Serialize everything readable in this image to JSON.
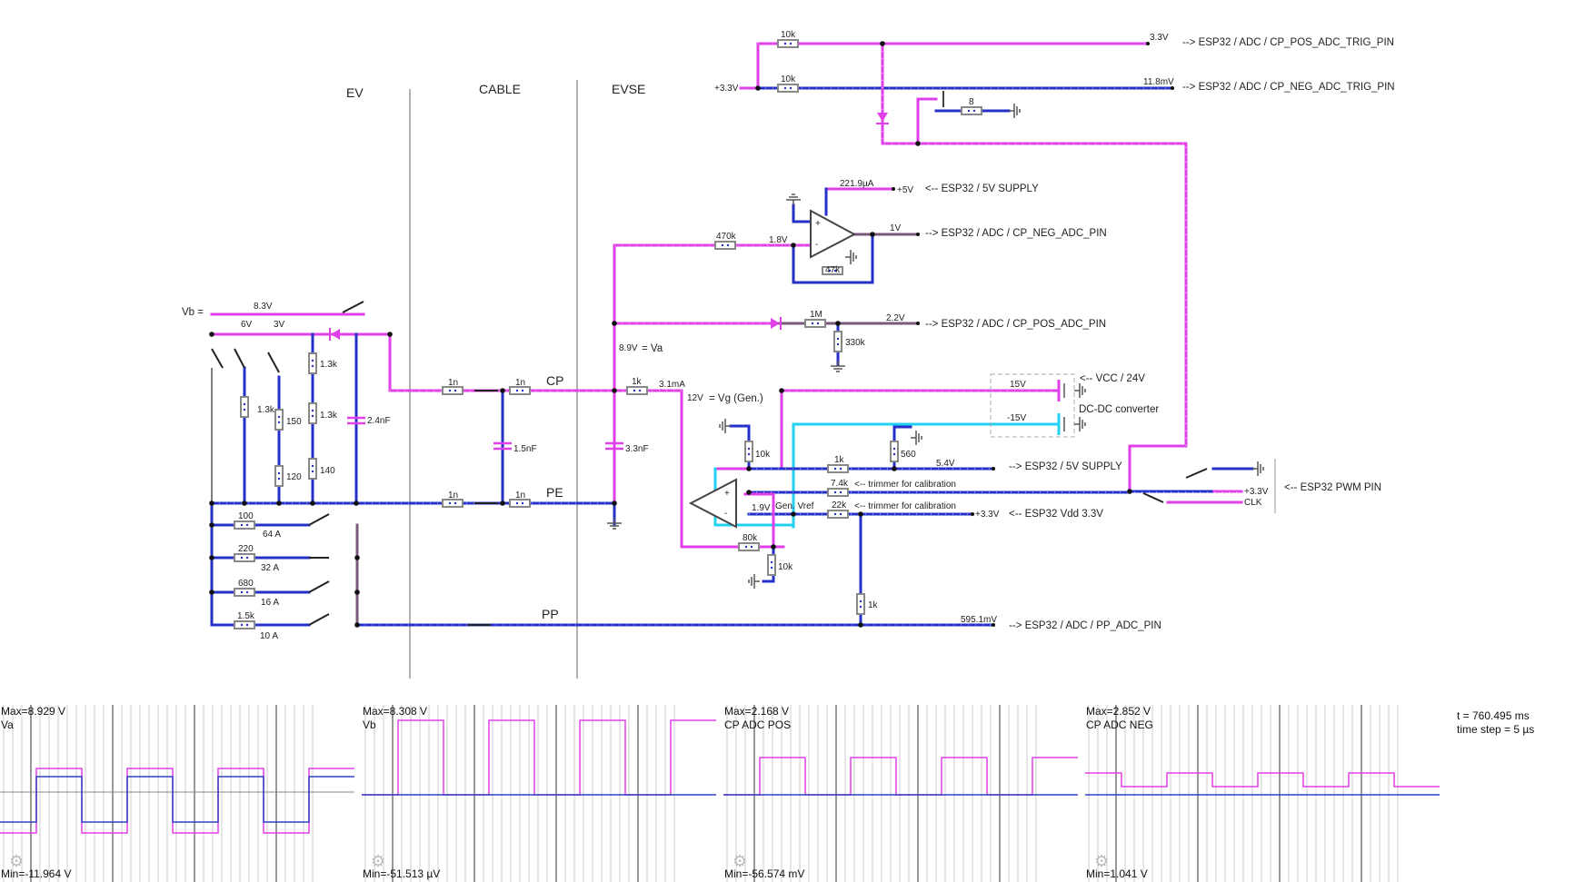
{
  "sections": {
    "ev": "EV",
    "cable": "CABLE",
    "evse": "EVSE"
  },
  "nets": {
    "cp": "CP",
    "pe": "PE",
    "pp": "PP",
    "vb": "Vb =",
    "va": "= Va",
    "vg": "= Vg (Gen.)"
  },
  "components": {
    "r10k_top": "10k",
    "r10k_mid": "10k",
    "r8": "8",
    "r470k": "470k",
    "r47k": "47k",
    "r1m": "1M",
    "r330k": "330k",
    "r1k_cp": "1k",
    "r10k_a": "10k",
    "r560": "560",
    "r1k_b": "1k",
    "r7_4k": "7.4k",
    "r22k": "22k",
    "r80k": "80k",
    "r10k_b": "10k",
    "r1k_pp": "1k",
    "ev_r1": "1.3k",
    "ev_r2": "150",
    "ev_r3": "120",
    "ev_r4": "1.3k",
    "ev_r5": "1.3k",
    "ev_r6": "140",
    "c_ev": "2.4nF",
    "c_cable": "1.5nF",
    "c_evse": "3.3nF",
    "cab_1n_a": "1n",
    "cab_1n_b": "1n",
    "cab_1n_c": "1n",
    "cab_1n_d": "1n",
    "pp_r100": "100",
    "pp_r220": "220",
    "pp_r680": "680",
    "pp_r1_5k": "1.5k",
    "pp_a64": "64 A",
    "pp_a32": "32 A",
    "pp_a16": "16 A",
    "pp_a10": "10 A",
    "gen_vref": "Gen. Vref"
  },
  "voltages": {
    "v3_3_out": "3.3V",
    "v3_3_in": "+3.3V",
    "v11_8mv": "11.8mV",
    "i221": "221.9µA",
    "v5": "+5V",
    "v1": "1V",
    "v1_8": "1.8V",
    "v2_2": "2.2V",
    "v8_9": "8.9V",
    "i3_1": "3.1mA",
    "v12": "12V",
    "v15": "15V",
    "vm15": "-15V",
    "v5_4": "5.4V",
    "v1_9": "1.9V",
    "v3_3_vdd": "+3.3V",
    "v595": "595.1mV",
    "v8_3": "8.3V",
    "v6": "6V",
    "v3": "3V",
    "v3_3_pwm": "+3.3V",
    "clk": "CLK"
  },
  "annotations": {
    "cp_pos_trig": "--> ESP32 / ADC / CP_POS_ADC_TRIG_PIN",
    "cp_neg_trig": "--> ESP32 / ADC / CP_NEG_ADC_TRIG_PIN",
    "supply5v": "<-- ESP32 / 5V SUPPLY",
    "cp_neg": "--> ESP32 / ADC / CP_NEG_ADC_PIN",
    "cp_pos": "--> ESP32 / ADC / CP_POS_ADC_PIN",
    "vcc24": "<-- VCC / 24V",
    "dcdc": "DC-DC converter",
    "out5v": "--> ESP32 / 5V SUPPLY",
    "trim1": "<-- trimmer for calibration",
    "trim2": "<-- trimmer for calibration",
    "vdd": "<-- ESP32 Vdd 3.3V",
    "pwm": "<-- ESP32 PWM PIN",
    "pp_adc": "--> ESP32 / ADC / PP_ADC_PIN"
  },
  "scopes": [
    {
      "max": "Max=8.929 V",
      "name": "Va",
      "min": "Min=-11.964 V"
    },
    {
      "max": "Max=8.308 V",
      "name": "Vb",
      "min": "Min=-51.513 µV"
    },
    {
      "max": "Max=2.168 V",
      "name": "CP ADC POS",
      "min": "Min=-56.574 mV"
    },
    {
      "max": "Max=2.852 V",
      "name": "CP ADC NEG",
      "min": "Min=1.041 V"
    }
  ],
  "time": {
    "t": "t = 760.495 ms",
    "step": "time step = 5 µs"
  },
  "colors": {
    "wire": "#2430c8",
    "hot": "#e040e8",
    "neutral": "#7a5a7a",
    "cyan": "#22d0f0",
    "trace": "#e040e8",
    "trace2": "#3040c0"
  }
}
